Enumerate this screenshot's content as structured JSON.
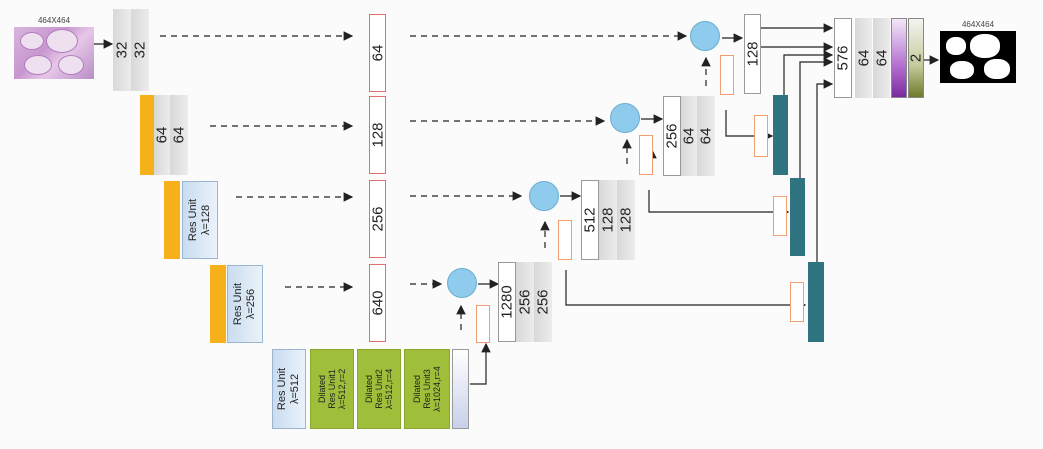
{
  "input_caption": "464X464",
  "output_caption": "464X464",
  "enc1": {
    "c1": "32",
    "c2": "32"
  },
  "enc2": {
    "c1": "64",
    "c2": "64"
  },
  "enc3": {
    "res1": "Res Unit",
    "res2": "λ=128"
  },
  "enc4": {
    "res1": "Res Unit",
    "res2": "λ=256"
  },
  "bottom": {
    "res1": "Res Unit",
    "res2": "λ=512",
    "d1a": "Dilated",
    "d1b": "Res Unit1",
    "d1c": "λ=512,r=2",
    "d2a": "Dilated",
    "d2b": "Res Unit2",
    "d2c": "λ=512,r=4",
    "d3a": "Dilated",
    "d3b": "Res Unit3",
    "d3c": "λ=1024,r=4"
  },
  "skips": [
    "64",
    "128",
    "256",
    "640"
  ],
  "dec4": {
    "c1": "1280",
    "c2": "256",
    "c3": "256"
  },
  "dec3": {
    "c1": "512",
    "c2": "128",
    "c3": "128"
  },
  "dec2": {
    "c1": "256",
    "c2": "64",
    "c3": "64"
  },
  "dec1": {
    "c1": "128"
  },
  "final": {
    "c1": "576",
    "c2": "64",
    "c3": "64",
    "c4": "2"
  },
  "colors": {
    "encoder_yellow": "#f6b11a",
    "res_unit_blue": "#c9dcef",
    "dilated_green": "#9fbf3a",
    "teal": "#2f7480",
    "circle": "#8ecbec"
  }
}
